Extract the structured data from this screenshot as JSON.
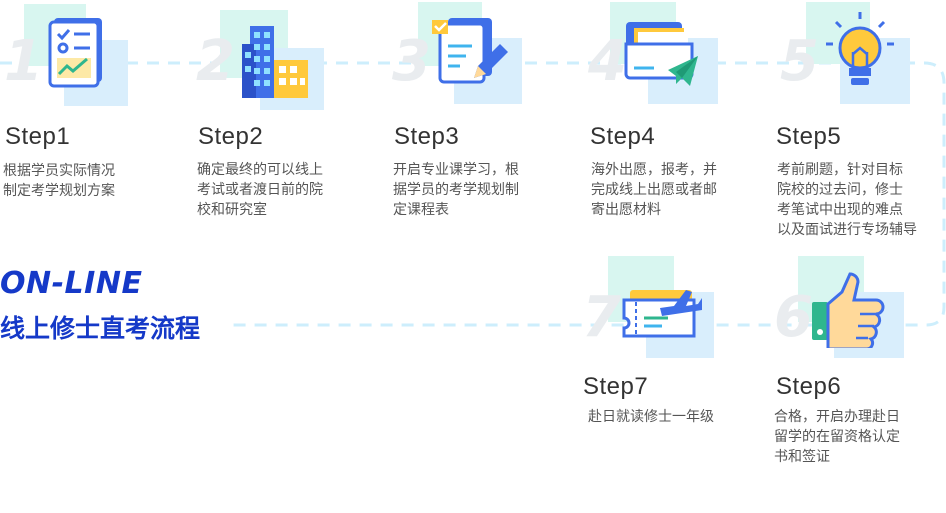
{
  "brand": {
    "online": "ON-LINE",
    "subtitle": "线上修士直考流程",
    "accent": "#1539c8",
    "line_color": "#cdeefc"
  },
  "steps": [
    {
      "num": "1",
      "title": "Step1",
      "desc": [
        "根据学员实际情况",
        "制定考学规划方案"
      ],
      "icon": "checklist-chart-icon"
    },
    {
      "num": "2",
      "title": "Step2",
      "desc": [
        "确定最终的可以线上",
        "考试或者渡日前的院",
        "校和研究室"
      ],
      "icon": "buildings-icon"
    },
    {
      "num": "3",
      "title": "Step3",
      "desc": [
        "开启专业课学习，根",
        "据学员的考学规划制",
        "定课程表"
      ],
      "icon": "document-pencil-icon"
    },
    {
      "num": "4",
      "title": "Step4",
      "desc": [
        "海外出愿，报考，并",
        "完成线上出愿或者邮",
        "寄出愿材料"
      ],
      "icon": "folder-paper-plane-icon"
    },
    {
      "num": "5",
      "title": "Step5",
      "desc": [
        "考前刷题，针对目标",
        "院校的过去问，修士",
        "考笔试中出现的难点",
        "以及面试进行专场辅导"
      ],
      "icon": "light-bulb-icon"
    },
    {
      "num": "6",
      "title": "Step6",
      "desc": [
        "合格，开启办理赴日",
        "留学的在留资格认定",
        "书和签证"
      ],
      "icon": "thumbs-up-icon"
    },
    {
      "num": "7",
      "title": "Step7",
      "desc": [
        "赴日就读修士一年级"
      ],
      "icon": "plane-ticket-icon"
    }
  ]
}
